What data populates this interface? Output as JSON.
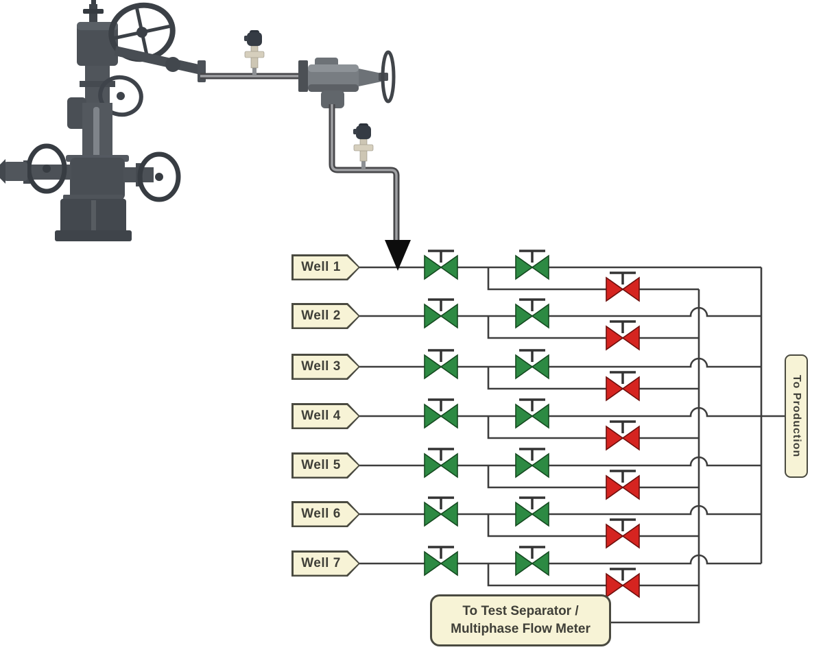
{
  "diagram": {
    "production_label": "To Production",
    "test_box_line1": "To Test Separator /",
    "test_box_line2": "Multiphase Flow Meter",
    "wells": [
      {
        "label": "Well 1",
        "inlet_valve": "open",
        "production_valve": "open",
        "test_valve": "closed"
      },
      {
        "label": "Well 2",
        "inlet_valve": "open",
        "production_valve": "open",
        "test_valve": "closed"
      },
      {
        "label": "Well 3",
        "inlet_valve": "open",
        "production_valve": "open",
        "test_valve": "closed"
      },
      {
        "label": "Well 4",
        "inlet_valve": "open",
        "production_valve": "open",
        "test_valve": "closed"
      },
      {
        "label": "Well 5",
        "inlet_valve": "open",
        "production_valve": "open",
        "test_valve": "closed"
      },
      {
        "label": "Well 6",
        "inlet_valve": "open",
        "production_valve": "open",
        "test_valve": "closed"
      },
      {
        "label": "Well 7",
        "inlet_valve": "open",
        "production_valve": "open",
        "test_valve": "closed"
      }
    ]
  },
  "colors": {
    "valve_open": "#2d8a43",
    "valve_open_stroke": "#14491f",
    "valve_closed": "#d52420",
    "valve_closed_stroke": "#6e0e0c",
    "line": "#3d3d3d",
    "label_fill": "#f7f3d6",
    "label_border": "#4a4a40",
    "label_text": "#3f3f38"
  }
}
